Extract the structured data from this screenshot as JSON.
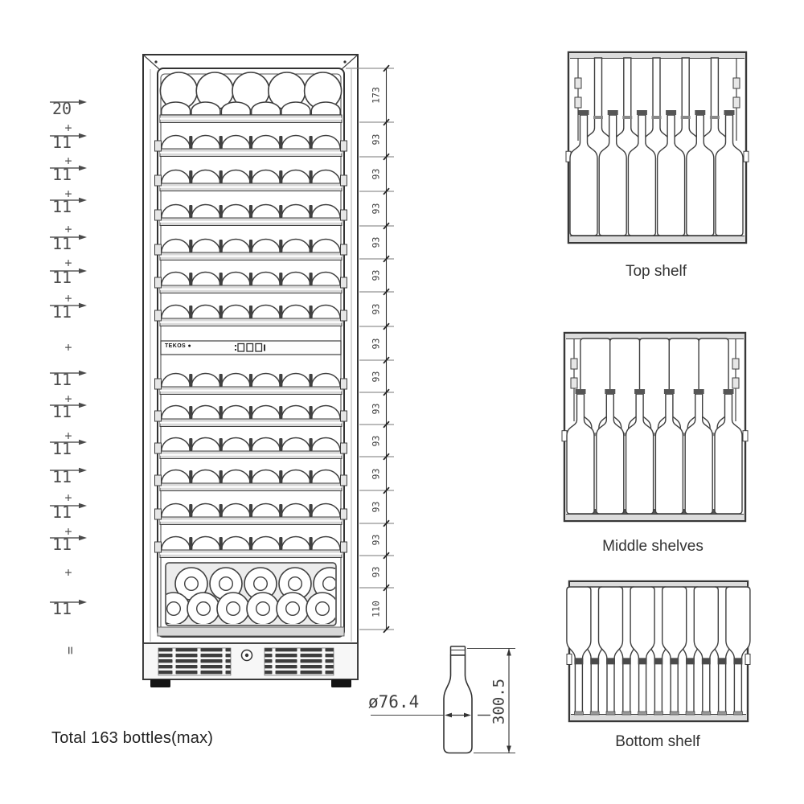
{
  "title": {
    "total_label": "Total 163 bottles(max)"
  },
  "left_column": {
    "items": [
      "20",
      "+",
      "11",
      "+",
      "11",
      "+",
      "11",
      "+",
      "11",
      "+",
      "11",
      "+",
      "11",
      "+",
      "11",
      "+",
      "11",
      "+",
      "11",
      "11",
      "+",
      "11",
      "+",
      "11",
      "+",
      "11",
      "="
    ]
  },
  "dimension_chain": {
    "values": [
      "173",
      "93",
      "93",
      "93",
      "93",
      "93",
      "93",
      "93",
      "93",
      "93",
      "93",
      "93",
      "93",
      "93",
      "93",
      "110"
    ]
  },
  "fridge": {
    "brand": "TEKOS ●"
  },
  "bottle_spec": {
    "diameter_label": "ø76.4",
    "height_label": "300.5"
  },
  "shelf_views": {
    "top": {
      "label": "Top shelf"
    },
    "middle": {
      "label": "Middle shelves"
    },
    "bottom": {
      "label": "Bottom shelf"
    }
  }
}
